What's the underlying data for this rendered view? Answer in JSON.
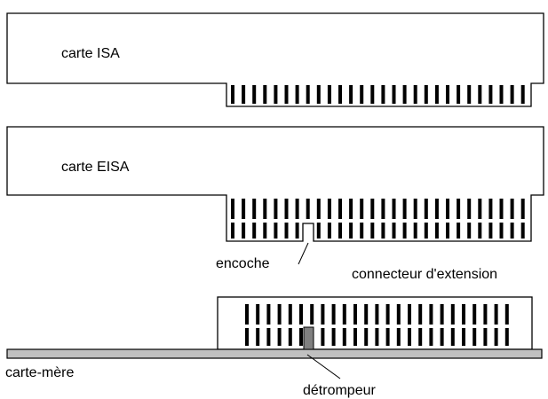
{
  "labels": {
    "isa_card": "carte ISA",
    "eisa_card": "carte EISA",
    "notch": "encoche",
    "expansion_connector": "connecteur d'extension",
    "motherboard": "carte-mère",
    "key": "détrompeur"
  },
  "colors": {
    "outline": "#000000",
    "pins": "#000000",
    "motherboard_fill": "#c0c0c0",
    "key_fill": "#808080",
    "background": "#ffffff"
  }
}
